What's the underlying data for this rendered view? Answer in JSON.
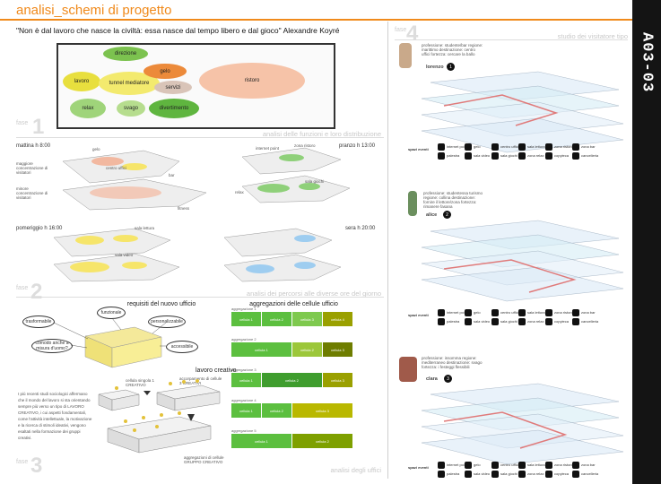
{
  "header": {
    "title": "analisi_schemi di progetto",
    "code": "A03-03"
  },
  "quote": {
    "text": "\"Non è dal lavoro che nasce la civiltà: essa nasce dal tempo libero e dal gioco\"",
    "author": "Alexandre Koyré"
  },
  "plan": {
    "rooms": {
      "direzione": "direzione",
      "lavoro": "lavoro",
      "tunnel": "tunnel mediatore",
      "gelo": "gelo",
      "servizi": "servizi",
      "ristoro": "ristoro",
      "relax": "relax",
      "svago": "svago",
      "divertimento": "divertimento"
    }
  },
  "fasi": {
    "label": "fase",
    "f1": {
      "num": "1",
      "caption": "analisi delle funzioni e loro distribuzione"
    },
    "f2": {
      "num": "2",
      "caption": "analisi dei percorsi alle diverse ore del giorno"
    },
    "f3": {
      "num": "3",
      "caption": "analisi degli uffici"
    },
    "f4": {
      "num": "4",
      "caption": "studio dei visitatore tipo"
    }
  },
  "percorsi": {
    "t1": "mattina h 8:00",
    "t2": "pranzo h 13:00",
    "t3": "pomeriggio h 16:00",
    "t4": "sera h 20:00",
    "note1": "maggiore concentrazione di visitatori",
    "note2": "minore concentrazione di visitatori",
    "lbl_relax": "relax",
    "lbl_fitness": "fitness",
    "lbl_bar": "bar",
    "lbl_internet": "internet point",
    "lbl_lettura": "sala lettura",
    "lbl_ristoro": "zona ristoro",
    "lbl_video": "sala video",
    "lbl_giochi": "sala giochi",
    "lbl_ufficio": "centro uffici",
    "lbl_gelo": "gelo"
  },
  "uffici": {
    "requisiti_title": "requisiti del nuovo ufficio",
    "funzionale": "funzionale",
    "trasformabile": "trasformabile",
    "personalizzabile": "personalizzabile",
    "comodo": "comodo anche a misura d'uomo?",
    "accessibile": "accessibile",
    "aggregazioni_title": "aggregazioni delle cellule ufficio",
    "agg_label": "aggregazione",
    "cella": "cellula",
    "lavoro_creativo": "lavoro creativo",
    "cella_singola": "cellula singola 1 CREATIVO",
    "accorpamento": "accorpamento di cellule 3 CREATIVI",
    "gruppo": "aggregazioni di cellule GRUPPO CREATIVO",
    "testo": "I più recenti studi sociologici affermano che il mondo del lavoro si sta orientando sempre più verso un tipo di LAVORO CREATIVO, i cui aspetti fondamentali, come l'attività intellettuale, la motivazione e la ricerca di stimoli ideativi, vengono esaltati nella formazione dei gruppi creativi."
  },
  "visitatori": {
    "lorenzo": {
      "name": "lorenzo",
      "num": "1",
      "desc": "professione: studente/bar regione: marittimo destinazione: centro uffici fortezza: cercare la ballo"
    },
    "alice": {
      "name": "alice",
      "num": "2",
      "desc": "professione: studentessa turismo regione: collina destinazione: fornire il lettore/zona fortezza: rimanere fasana"
    },
    "clara": {
      "name": "clara",
      "num": "3",
      "desc": "professione: insomma regione: mediterraneo destinazione: svago fortezza: i festeggi flessibili"
    },
    "spazi_label": "spazi eventi",
    "icons": [
      "internet point",
      "gelo",
      "centro uffici",
      "sala lettura",
      "zona ristoro",
      "zona bar",
      "palestra",
      "sala video",
      "sala giochi",
      "zona relax",
      "copyteca",
      "cancelleria"
    ]
  },
  "colors": {
    "orange": "#f08a1c",
    "green": "#6cc04a",
    "dark_green": "#2e8b2e",
    "olive": "#9aa000",
    "yellow": "#f6e56a",
    "pink": "#f2b8a0",
    "blue": "#9ecdf0"
  }
}
